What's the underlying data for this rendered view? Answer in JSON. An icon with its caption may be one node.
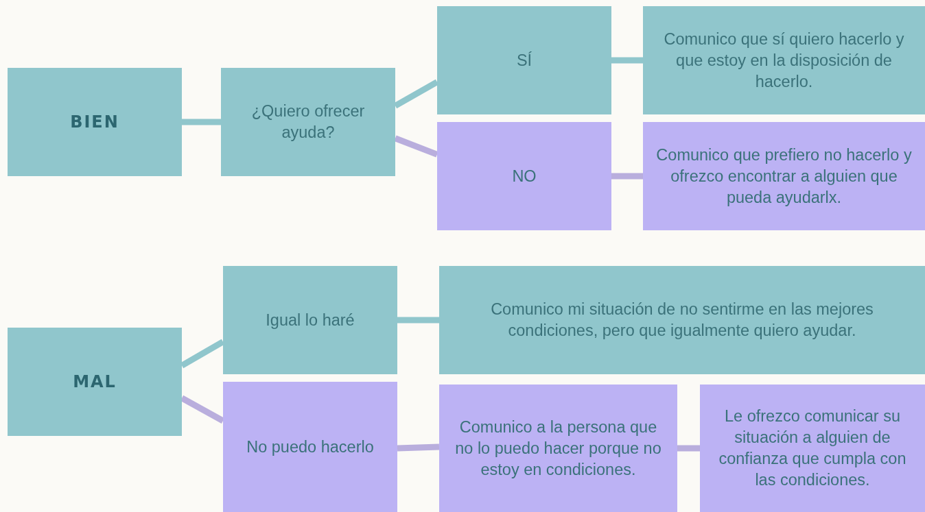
{
  "diagram": {
    "nodes": [
      {
        "text": [
          "BIEN"
        ]
      },
      {
        "text": [
          "¿Quiero ofrecer ayuda?"
        ]
      },
      {
        "text": [
          "SÍ"
        ]
      },
      {
        "text": [
          "Comunico que sí quiero hacerlo y que estoy en la disposición de hacerlo."
        ]
      },
      {
        "text": [
          "NO"
        ]
      },
      {
        "text": [
          "Comunico que prefiero no hacerlo y ofrezco encontrar a alguien que pueda ayudarlx."
        ]
      },
      {
        "text": [
          "MAL"
        ]
      },
      {
        "text": [
          "Igual lo haré"
        ]
      },
      {
        "text": [
          "Comunico mi situación de no sentirme en las mejores condiciones, pero que igualmente quiero ayudar."
        ]
      },
      {
        "text": [
          "No puedo hacerlo"
        ]
      },
      {
        "text": [
          "Comunico a la persona que no lo puedo hacer porque no estoy en condiciones."
        ]
      },
      {
        "text": [
          "Le ofrezco comunicar su situación a alguien de confianza que cumpla con las condiciones."
        ]
      }
    ],
    "edges": [
      {
        "from": 0,
        "to": 1,
        "arrow": "none"
      },
      {
        "from": 1,
        "to": 2,
        "arrow": "none"
      },
      {
        "from": 1,
        "to": 4,
        "arrow": "none",
        "color": "#b9aedd"
      },
      {
        "from": 2,
        "to": 3,
        "arrow": "none"
      },
      {
        "from": 4,
        "to": 5,
        "arrow": "none",
        "color": "#b9aedd"
      },
      {
        "from": 6,
        "to": 7,
        "arrow": "none"
      },
      {
        "from": 6,
        "to": 9,
        "arrow": "none",
        "color": "#b9aedd"
      },
      {
        "from": 7,
        "to": 8,
        "arrow": "none"
      },
      {
        "from": 9,
        "to": 10,
        "arrow": "none",
        "color": "#b9aedd"
      },
      {
        "from": 10,
        "to": 11,
        "arrow": "none",
        "color": "#b9aedd"
      }
    ]
  }
}
